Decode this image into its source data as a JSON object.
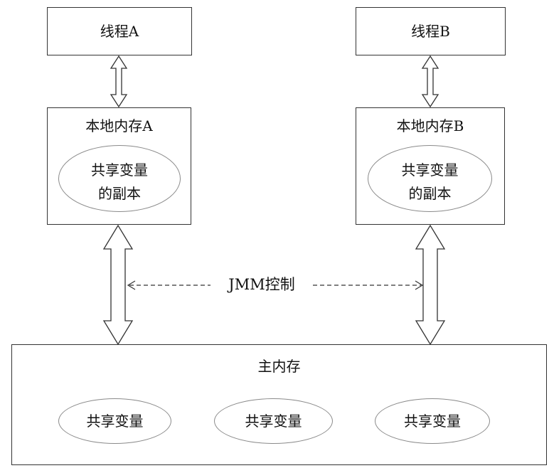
{
  "thread_a": {
    "label": "线程A"
  },
  "thread_b": {
    "label": "线程B"
  },
  "local_memory_a": {
    "title": "本地内存A",
    "copy_line1": "共享变量",
    "copy_line2": "的副本"
  },
  "local_memory_b": {
    "title": "本地内存B",
    "copy_line1": "共享变量",
    "copy_line2": "的副本"
  },
  "jmm": {
    "label": "JMM控制"
  },
  "main_memory": {
    "title": "主内存",
    "variables": [
      "共享变量",
      "共享变量",
      "共享变量"
    ]
  }
}
